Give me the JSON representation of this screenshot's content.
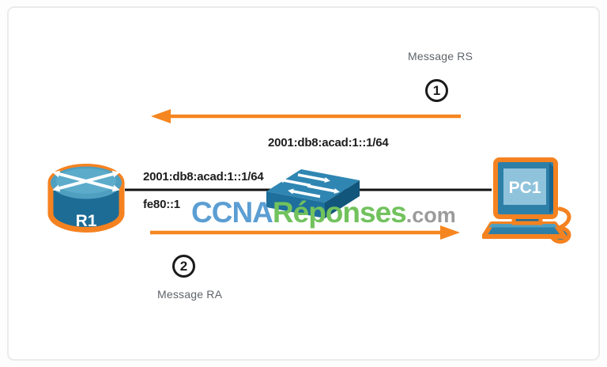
{
  "diagram": {
    "router": {
      "name": "R1",
      "address_global": "2001:db8:acad:1::1/64",
      "address_link_local": "fe80::1"
    },
    "pc": {
      "name": "PC1"
    },
    "link": {
      "prefix_label": "2001:db8:acad:1::1/64"
    },
    "steps": {
      "rs": {
        "number": "1",
        "label": "Message RS"
      },
      "ra": {
        "number": "2",
        "label": "Message RA"
      }
    },
    "watermark": {
      "ccna": "CCNA",
      "reponses": "Réponses",
      "dotcom": ".com"
    },
    "colors": {
      "arrow_orange": "#F6861F",
      "device_outline_orange": "#F58220",
      "device_blue": "#2E7FA8",
      "watermark_blue": "#5B9ED3",
      "watermark_green": "#72C25D",
      "watermark_gray": "#9B9B9B",
      "label_gray": "#5F6368",
      "label_black": "#1C1C1C"
    }
  }
}
